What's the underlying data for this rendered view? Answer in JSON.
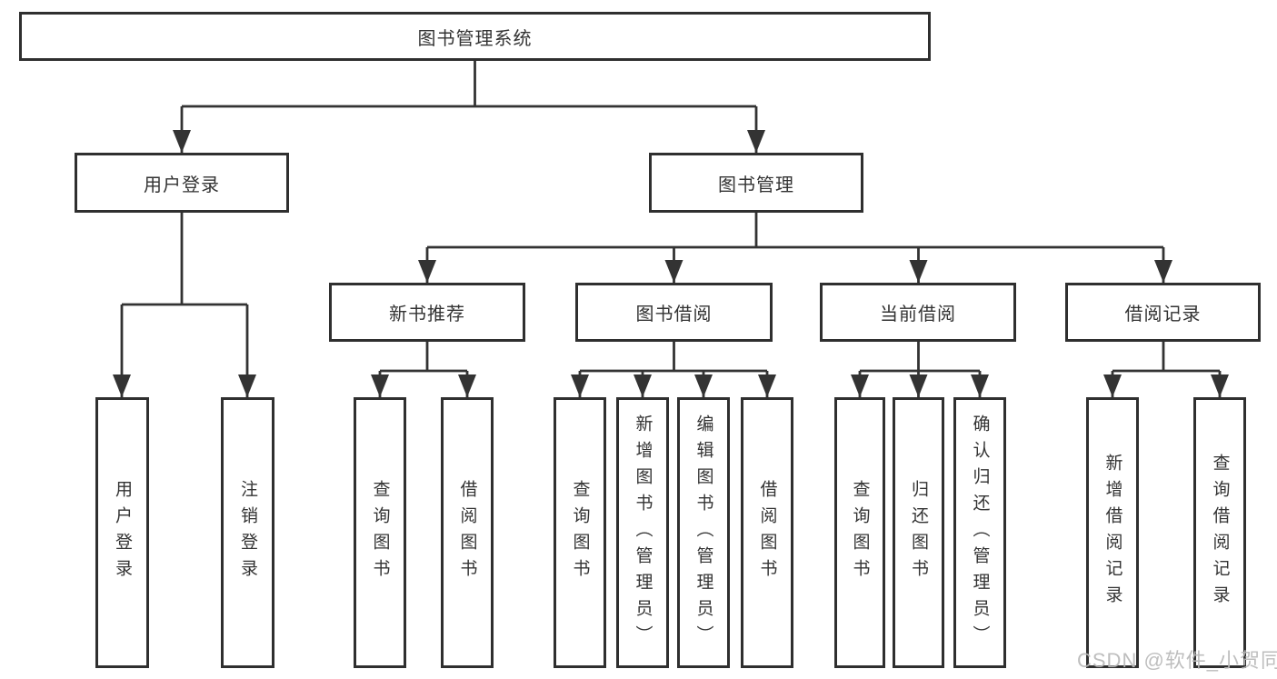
{
  "tree": {
    "root": {
      "label": "图书管理系统"
    },
    "children": [
      {
        "label": "用户登录",
        "children": [
          {
            "label": "用户登录"
          },
          {
            "label": "注销登录"
          }
        ]
      },
      {
        "label": "图书管理",
        "children": [
          {
            "label": "新书推荐",
            "children": [
              {
                "label": "查询图书"
              },
              {
                "label": "借阅图书"
              }
            ]
          },
          {
            "label": "图书借阅",
            "children": [
              {
                "label": "查询图书"
              },
              {
                "label": "新增图书（管理员）"
              },
              {
                "label": "编辑图书（管理员）"
              },
              {
                "label": "借阅图书"
              }
            ]
          },
          {
            "label": "当前借阅",
            "children": [
              {
                "label": "查询图书"
              },
              {
                "label": "归还图书"
              },
              {
                "label": "确认归还（管理员）"
              }
            ]
          },
          {
            "label": "借阅记录",
            "children": [
              {
                "label": "新增借阅记录"
              },
              {
                "label": "查询借阅记录"
              }
            ]
          }
        ]
      }
    ]
  },
  "watermark": {
    "text": "CSDN @软件_小贺同学"
  },
  "colors": {
    "line": "#333333",
    "box_border": "#2f2f2f",
    "text": "#333333",
    "background": "#ffffff",
    "watermark": "#b8b8b8"
  }
}
